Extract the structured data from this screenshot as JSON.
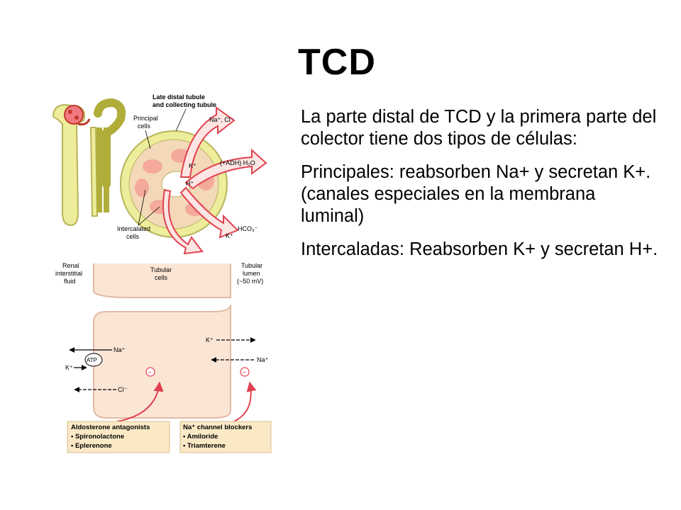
{
  "slide": {
    "title": "TCD",
    "paragraphs": [
      "La parte distal de TCD y la primera parte del colector tiene dos tipos de células:",
      "Principales: reabsorben Na+ y secretan K+.(canales especiales en la membrana luminal)",
      "Intercaladas: Reabsorben K+ y secretan H+."
    ]
  },
  "top_diagram": {
    "label_late_distal_1": "Late distal tubule",
    "label_late_distal_2": "and collecting tubule",
    "label_principal_1": "Principal",
    "label_principal_2": "cells",
    "label_intercalated_1": "Intercalated",
    "label_intercalated_2": "cells",
    "ion_na_cl": "Na⁺, Cl⁻",
    "ion_adh_h2o": "(+ADH) H₂O",
    "ion_k_1": "K⁺",
    "ion_h": "H⁺",
    "ion_hco3": "HCO₃⁻",
    "ion_k_2": "K⁺"
  },
  "bottom_diagram": {
    "renal_1": "Renal",
    "renal_2": "interstitial",
    "renal_3": "fluid",
    "tubular_cells_1": "Tubular",
    "tubular_cells_2": "cells",
    "lumen_1": "Tubular",
    "lumen_2": "lumen",
    "lumen_3": "(−50 mV)",
    "na_left": "Na⁺",
    "k_left": "K⁺",
    "atp": "ATP",
    "cl_left": "Cl⁻",
    "k_right": "K⁺",
    "na_right": "Na⁺",
    "minus": "−",
    "box_left_title": "Aldosterone antagonists",
    "box_left_item1": "• Spironolactone",
    "box_left_item2": "• Eplerenone",
    "box_right_title": "Na⁺ channel blockers",
    "box_right_item1": "• Amiloride",
    "box_right_item2": "• Triamterene"
  },
  "colors": {
    "tubule_green": "#b0ad3a",
    "tubule_light": "#eded9c",
    "cell_fill": "#fbe6d6",
    "cell_core": "#f4a99a",
    "arrow_red": "#e0414f",
    "box_fill": "#fbe9c6"
  }
}
